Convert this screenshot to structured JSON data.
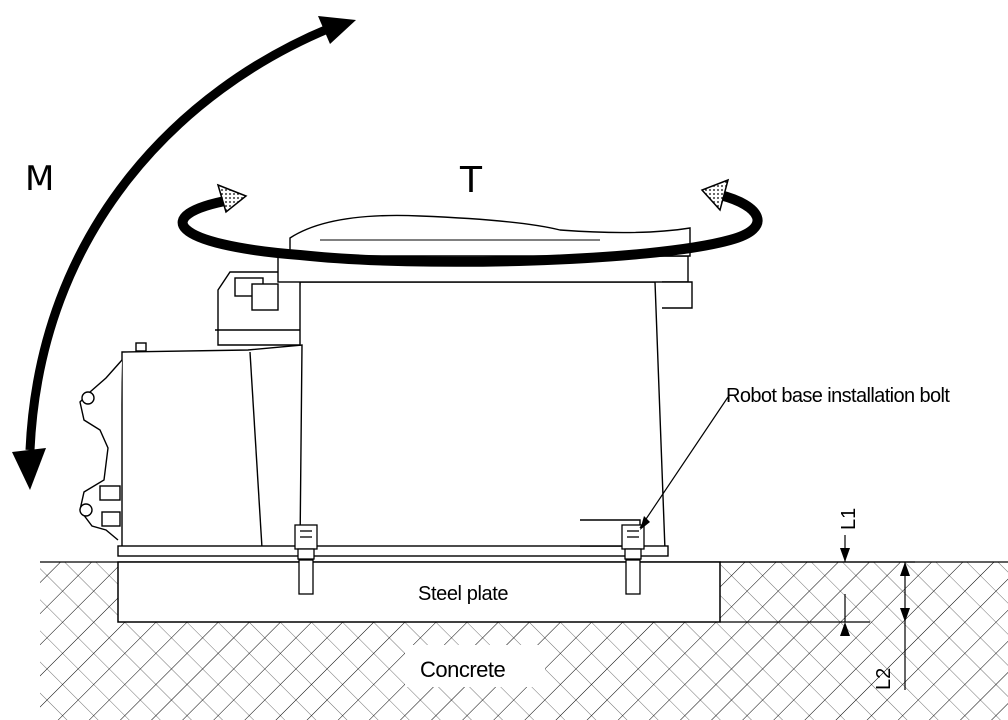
{
  "labels": {
    "moment": "M",
    "torque": "T",
    "bolt": "Robot base installation bolt",
    "steel_plate": "Steel plate",
    "concrete": "Concrete",
    "dim_l1": "L1",
    "dim_l2": "L2"
  },
  "colors": {
    "line": "#000000",
    "arrow_fill": "#000000",
    "arrow_head_fill": "#bdbdbd",
    "background": "#ffffff"
  }
}
